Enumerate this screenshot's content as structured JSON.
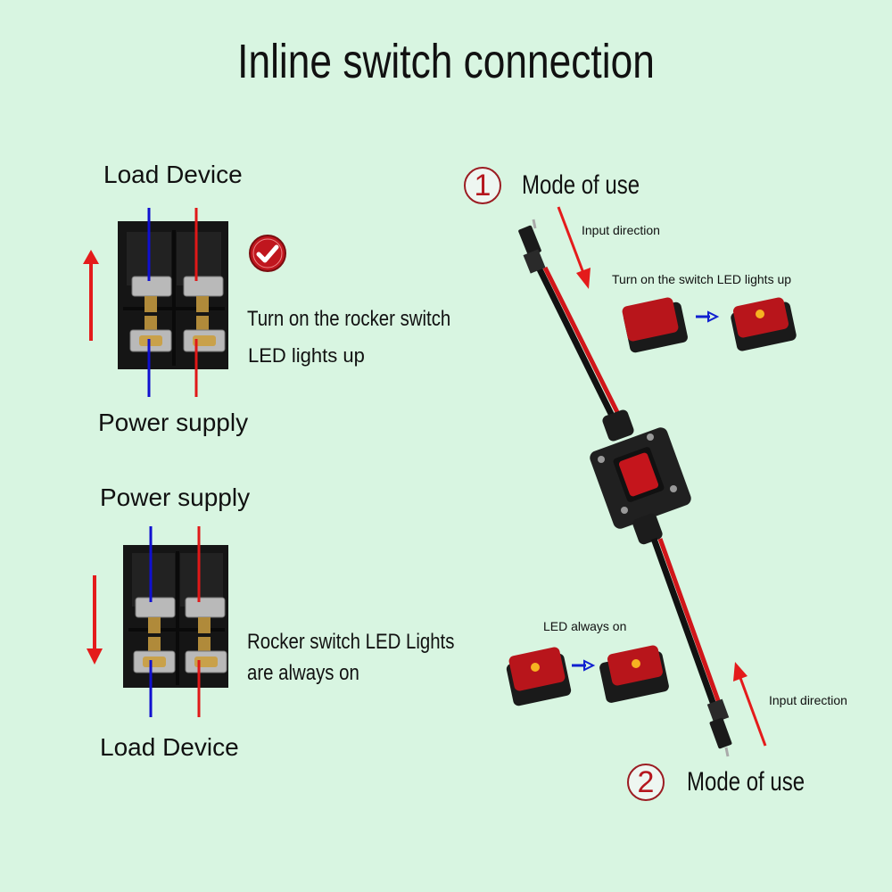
{
  "title": "Inline switch connection",
  "left_top": {
    "top_label": "Load Device",
    "bottom_label": "Power supply",
    "description_line1": "Turn on the rocker switch",
    "description_line2": "LED lights up",
    "badge": "check-mark"
  },
  "left_bottom": {
    "top_label": "Power supply",
    "bottom_label": "Load Device",
    "description_line1": "Rocker switch LED Lights",
    "description_line2": "are always on"
  },
  "mode1": {
    "number": "1",
    "label": "Mode of use",
    "input_direction": "Input direction",
    "caption": "Turn on the switch LED lights up"
  },
  "mode2": {
    "number": "2",
    "label": "Mode of use",
    "input_direction": "Input direction",
    "caption": "LED always on"
  },
  "colors": {
    "background": "#d8f5e1",
    "wire_blue": "#1010d0",
    "wire_red": "#e01818",
    "arrow_red": "#e41b1b",
    "badge_red": "#c0161e"
  }
}
